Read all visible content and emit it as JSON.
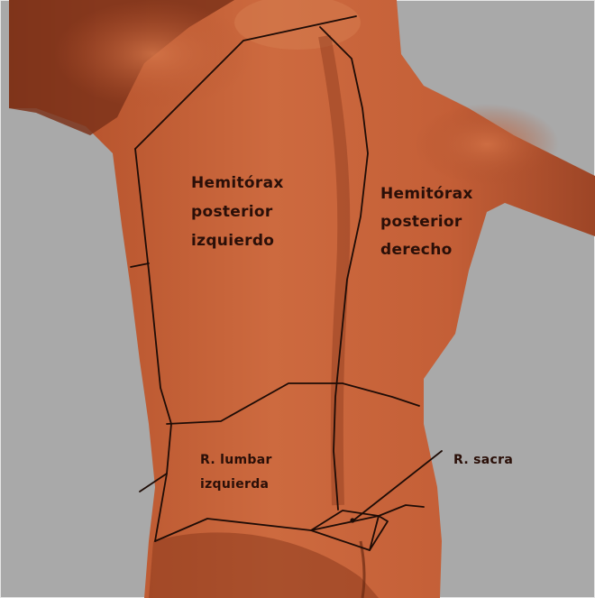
{
  "figure": {
    "background_color": "#a9a9a9",
    "skin_color": "#c8623a",
    "line_color": "#1e0c06",
    "labels": {
      "left_hemithorax": [
        "Hemitórax",
        "posterior",
        "izquierdo"
      ],
      "right_hemithorax": [
        "Hemitórax",
        "posterior",
        "derecho"
      ],
      "lumbar_left": [
        "R. lumbar",
        "izquierda"
      ],
      "sacral": [
        "R. sacra"
      ]
    }
  }
}
